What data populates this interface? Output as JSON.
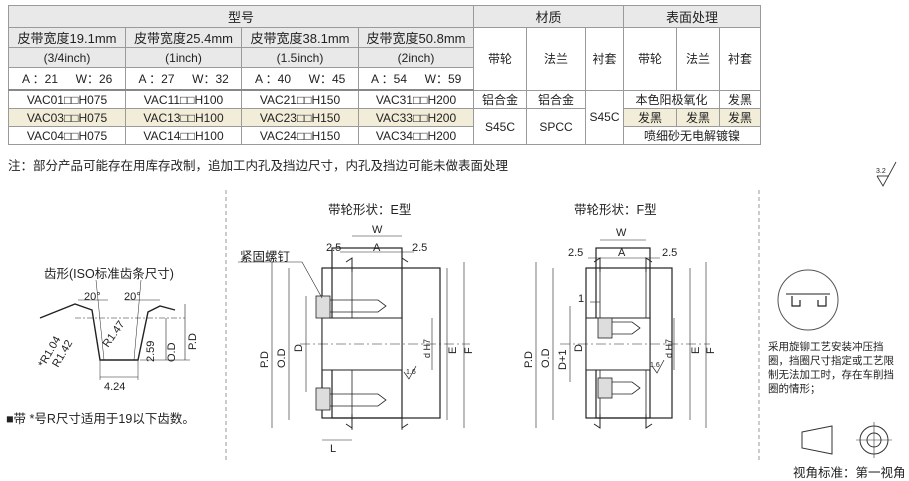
{
  "table": {
    "h_model": "型号",
    "h_material": "材质",
    "h_surface": "表面处理",
    "widths": [
      {
        "title": "皮带宽度19.1mm",
        "inch": "(3/4inch)",
        "a": "A ：21",
        "w": "W：26"
      },
      {
        "title": "皮带宽度25.4mm",
        "inch": "(1inch)",
        "a": "A ：27",
        "w": "W：32"
      },
      {
        "title": "皮带宽度38.1mm",
        "inch": "(1.5inch)",
        "a": "A ：40",
        "w": "W：45"
      },
      {
        "title": "皮带宽度50.8mm",
        "inch": "(2inch)",
        "a": "A ：54",
        "w": "W：59"
      }
    ],
    "mat_cols": [
      "带轮",
      "法兰",
      "衬套"
    ],
    "surf_cols": [
      "带轮",
      "法兰",
      "衬套"
    ],
    "rows": [
      [
        "VAC01□□H075",
        "VAC11□□H100",
        "VAC21□□H150",
        "VAC31□□H200"
      ],
      [
        "VAC03□□H075",
        "VAC13□□H100",
        "VAC23□□H150",
        "VAC33□□H200"
      ],
      [
        "VAC04□□H075",
        "VAC14□□H100",
        "VAC24□□H150",
        "VAC34□□H200"
      ]
    ],
    "mat_r1_pulley": "铝合金",
    "mat_r1_flange": "铝合金",
    "mat_r23_pulley": "S45C",
    "mat_r23_flange": "SPCC",
    "mat_bush": "S45C",
    "surf_r1": "本色阳极氧化",
    "surf_r1_bush": "发黑",
    "surf_r2_pulley": "发黑",
    "surf_r2_flange": "发黑",
    "surf_r2_bush": "发黑",
    "surf_r3": "喷细砂无电解镀镍"
  },
  "note": "注：部分产品可能存在用库存改制，追加工内孔及挡边尺寸，内孔及挡边可能未做表面处理",
  "tooth": {
    "title": "齿形(ISO标准齿条尺寸)",
    "ang1": "20°",
    "ang2": "20°",
    "r1": "*R1.04",
    "r2": "R1.42",
    "r3": "R1.47",
    "d1": "2.59",
    "od": "O.D",
    "pd": "P.D",
    "d2": "4.24",
    "footnote": "■带 *号R尺寸适用于19以下齿数。"
  },
  "e_type": {
    "title": "带轮形状：E型",
    "set_screw": "紧固螺钉",
    "w": "W",
    "a": "A",
    "s1": "2.5",
    "s2": "2.5",
    "pd": "P.D",
    "od": "O.D",
    "d": "D",
    "e": "E",
    "f": "F",
    "l": "L",
    "h7": "d H7",
    "rough": "1.6"
  },
  "f_type": {
    "title": "带轮形状：F型",
    "w": "W",
    "a": "A",
    "s1": "2.5",
    "s2": "2.5",
    "one": "1",
    "pd": "P.D",
    "od": "O.D",
    "d1": "D+1",
    "d": "D",
    "e": "E",
    "f": "F",
    "h7": "d H7",
    "rough": "1.6"
  },
  "side_note": "采用旋铆工艺安装冲压挡圈，挡圈尺寸指定或工艺限制无法加工时，存在车削挡圈的情形；",
  "roughness": "3.2",
  "view_std": "视角标准：第一视角"
}
